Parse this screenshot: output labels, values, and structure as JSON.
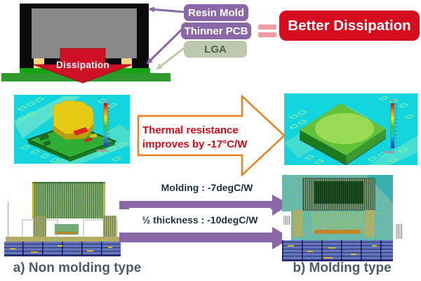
{
  "callout_panel": {
    "callouts": [
      {
        "label": "Resin Mold",
        "bg": "#8a67a7",
        "fg": "#ffffff"
      },
      {
        "label": "Thinner PCB",
        "bg": "#8a67a7",
        "fg": "#ffffff"
      },
      {
        "label": "LGA",
        "bg": "#bdc9ad",
        "fg": "#4f5f55"
      }
    ],
    "equals_icon_color": "#f29aa0",
    "result_badge": {
      "label": "Better Dissipation",
      "bg": "#d50d1f",
      "fg": "#ffffff"
    }
  },
  "package_diagram": {
    "dissipation_label": "Dissipation",
    "colors": {
      "mold": "#0b0b0b",
      "die": "#898989",
      "pads": "#f5d584",
      "substrate": "#13a313",
      "board": "#2f9b2f",
      "dissipation_arrow": "#cf1126"
    }
  },
  "thermal_3d_panel": {
    "flow_arrow": {
      "line1": "Thermal resistance",
      "line2": "improves by -17°C/W",
      "outline_color": "#ef7d1a",
      "text_color": "#e00613"
    },
    "colorbar_colors": [
      "#e00000",
      "#ff8c00",
      "#ffe400",
      "#3cc832",
      "#20c8c8",
      "#1430d0"
    ]
  },
  "cross_section_panel": {
    "arrow_color": "#8a67a7",
    "molding_label": "Molding : -7degC/W",
    "thickness_label": "½ thickness : -10degC/W",
    "caption_left": "a) Non molding type",
    "caption_right": "b) Molding type"
  }
}
